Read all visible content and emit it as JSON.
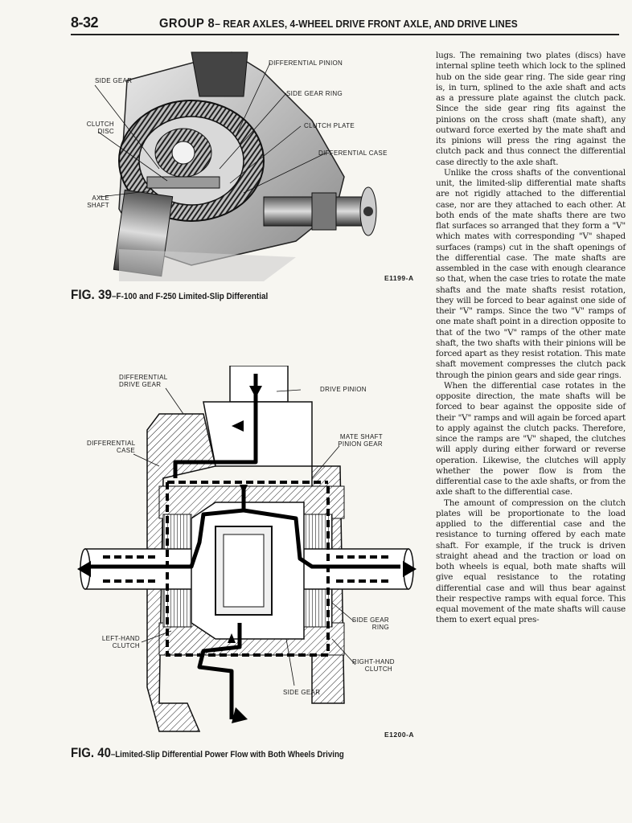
{
  "header": {
    "page_number": "8-32",
    "group_label": "GROUP 8",
    "group_title": "– REAR AXLES, 4-WHEEL DRIVE FRONT AXLE, AND DRIVE LINES"
  },
  "figure39": {
    "code": "E1199-A",
    "caption_label": "FIG. 39",
    "caption_text": "–F-100 and F-250 Limited-Slip Differential",
    "callouts": {
      "differential_pinion": "DIFFERENTIAL PINION",
      "side_gear": "SIDE GEAR",
      "side_gear_ring": "SIDE GEAR RING",
      "clutch_disc_1": "CLUTCH",
      "clutch_disc_2": "DISC",
      "clutch_plate": "CLUTCH PLATE",
      "differential_case": "DIFFERENTIAL CASE",
      "axle_shaft_1": "AXLE",
      "axle_shaft_2": "SHAFT"
    }
  },
  "figure40": {
    "code": "E1200-A",
    "caption_label": "FIG. 40",
    "caption_text": "–Limited-Slip Differential Power Flow with Both Wheels Driving",
    "callouts": {
      "diff_drive_gear_1": "DIFFERENTIAL",
      "diff_drive_gear_2": "DRIVE GEAR",
      "drive_pinion": "DRIVE PINION",
      "mate_shaft_1": "MATE SHAFT",
      "mate_shaft_2": "PINION GEAR",
      "diff_case_1": "DIFFERENTIAL",
      "diff_case_2": "CASE",
      "side_gear_ring_1": "SIDE GEAR",
      "side_gear_ring_2": "RING",
      "left_clutch_1": "LEFT-HAND",
      "left_clutch_2": "CLUTCH",
      "right_clutch_1": "RIGHT-HAND",
      "right_clutch_2": "CLUTCH",
      "side_gear": "SIDE GEAR"
    }
  },
  "body": {
    "paragraphs": [
      "lugs. The remaining two plates (discs) have internal spline teeth which lock to the splined hub on the side gear ring. The side gear ring is, in turn, splined to the axle shaft and acts as a pressure plate against the clutch pack. Since the side gear ring fits against the pinions on the cross shaft (mate shaft), any outward force exerted by the mate shaft and its pinions will press the ring against the clutch pack and thus connect the differential case directly to the axle shaft.",
      "Unlike the cross shafts of the conventional unit, the limited-slip differential mate shafts are not rigidly attached to the differential case, nor are they attached to each other. At both ends of the mate shafts there are two flat surfaces so arranged that they form a \"V\" which mates with corresponding \"V\" shaped surfaces (ramps) cut in the shaft openings of the differential case. The mate shafts are assembled in the case with enough clearance so that, when the case tries to rotate the mate shafts and the mate shafts resist rotation, they will be forced to bear against one side of their \"V\" ramps. Since the two \"V\" ramps of one mate shaft point in a direction opposite to that of the two \"V\" ramps of the other mate shaft, the two shafts with their pinions will be forced apart as they resist rotation. This mate shaft movement compresses the clutch pack through the pinion gears and side gear rings.",
      "When the differential case rotates in the opposite direction, the mate shafts will be forced to bear against the opposite side of their \"V\" ramps and will again be forced apart to apply against the clutch packs. Therefore, since the ramps are \"V\" shaped, the clutches will apply during either forward or reverse operation. Likewise, the clutches will apply whether the power flow is from the differential case to the axle shafts, or from the axle shaft to the differential case.",
      "The amount of compression on the clutch plates will be proportionate to the load applied to the differential case and the resistance to turning offered by each mate shaft. For example, if the truck is driven straight ahead and the traction or load on both wheels is equal, both mate shafts will give equal resistance to the rotating differential case and will thus bear against their respective ramps with equal force. This equal movement of the mate shafts will cause them to exert equal pres-"
    ]
  }
}
